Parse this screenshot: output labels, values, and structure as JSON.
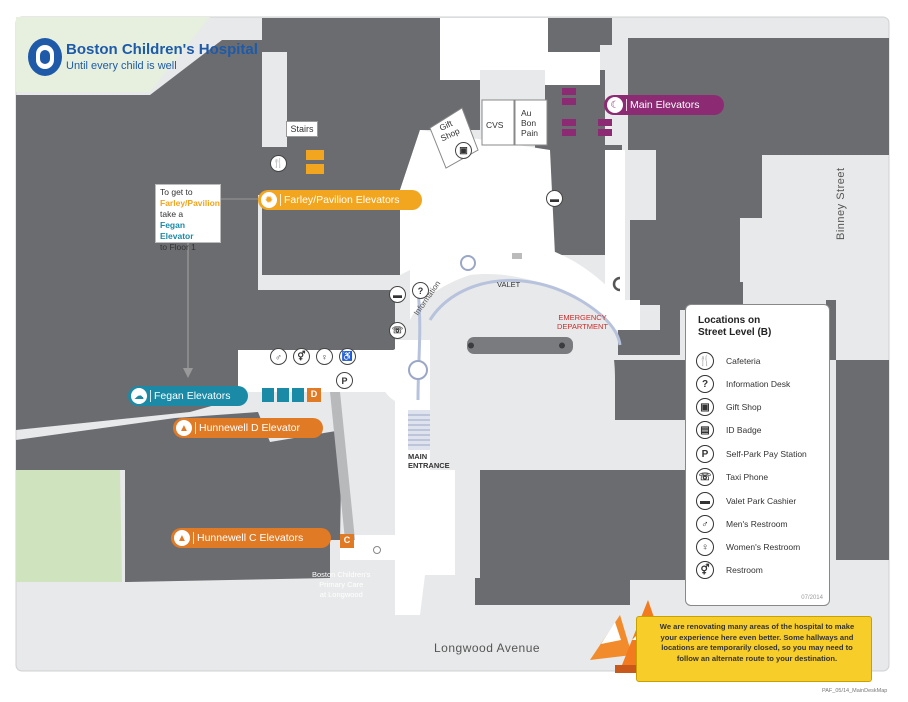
{
  "logo": {
    "name": "Boston Children's Hospital",
    "tagline": "Until every child is well"
  },
  "streets": {
    "binney": "Binney Street",
    "longwood": "Longwood Avenue"
  },
  "elevators": {
    "main": "Main Elevators",
    "farley": "Farley/Pavilion Elevators",
    "fegan": "Fegan Elevators",
    "hunnewell_d": "Hunnewell D Elevator",
    "hunnewell_c": "Hunnewell C Elevators",
    "d_badge": "D",
    "c_badge": "C"
  },
  "labels": {
    "stairs": "Stairs",
    "gift_shop": "Gift\nShop",
    "cvs": "CVS",
    "au_bon_pain": "Au\nBon\nPain",
    "valet": "VALET",
    "information": "Information",
    "emergency": "EMERGENCY\nDEPARTMENT",
    "main_entrance": "MAIN\nENTRANCE",
    "primary_care": "Boston Children's\nPrimary Care\nat Longwood",
    "note_line1": "To get to",
    "note_farley": "Farley/Pavilion",
    "note_line3": "take a",
    "note_fegan": "Fegan Elevator",
    "note_line5": "to Floor 1"
  },
  "legend": {
    "title": "Locations on\nStreet Level (B)",
    "items": [
      {
        "icon": "cafeteria-icon",
        "label": "Cafeteria"
      },
      {
        "icon": "information-desk-icon",
        "label": "Information Desk"
      },
      {
        "icon": "gift-shop-icon",
        "label": "Gift Shop"
      },
      {
        "icon": "id-badge-icon",
        "label": "ID Badge"
      },
      {
        "icon": "self-park-icon",
        "label": "Self-Park Pay Station"
      },
      {
        "icon": "taxi-phone-icon",
        "label": "Taxi Phone"
      },
      {
        "icon": "valet-car-icon",
        "label": "Valet Park Cashier"
      },
      {
        "icon": "mens-restroom-icon",
        "label": "Men's Restroom"
      },
      {
        "icon": "womens-restroom-icon",
        "label": "Women's Restroom"
      },
      {
        "icon": "restroom-icon",
        "label": "Restroom"
      }
    ],
    "date": "07/2014"
  },
  "notice": "We are renovating many areas of the hospital to make your experience here even better. Some hallways and locations are temporarily closed, so you may need to follow an alternate route to your destination.",
  "footer_code": "PAF_05/14_MainDeskMap",
  "colors": {
    "main": "#8c2a74",
    "farley": "#f2a51f",
    "fegan": "#1a8aa6",
    "hunnewell": "#e07a25",
    "building": "#6b6c70",
    "walk": "#ffffff",
    "road": "#e8e9ea",
    "green": "#cfe3bf",
    "notice": "#f7cd2a"
  }
}
